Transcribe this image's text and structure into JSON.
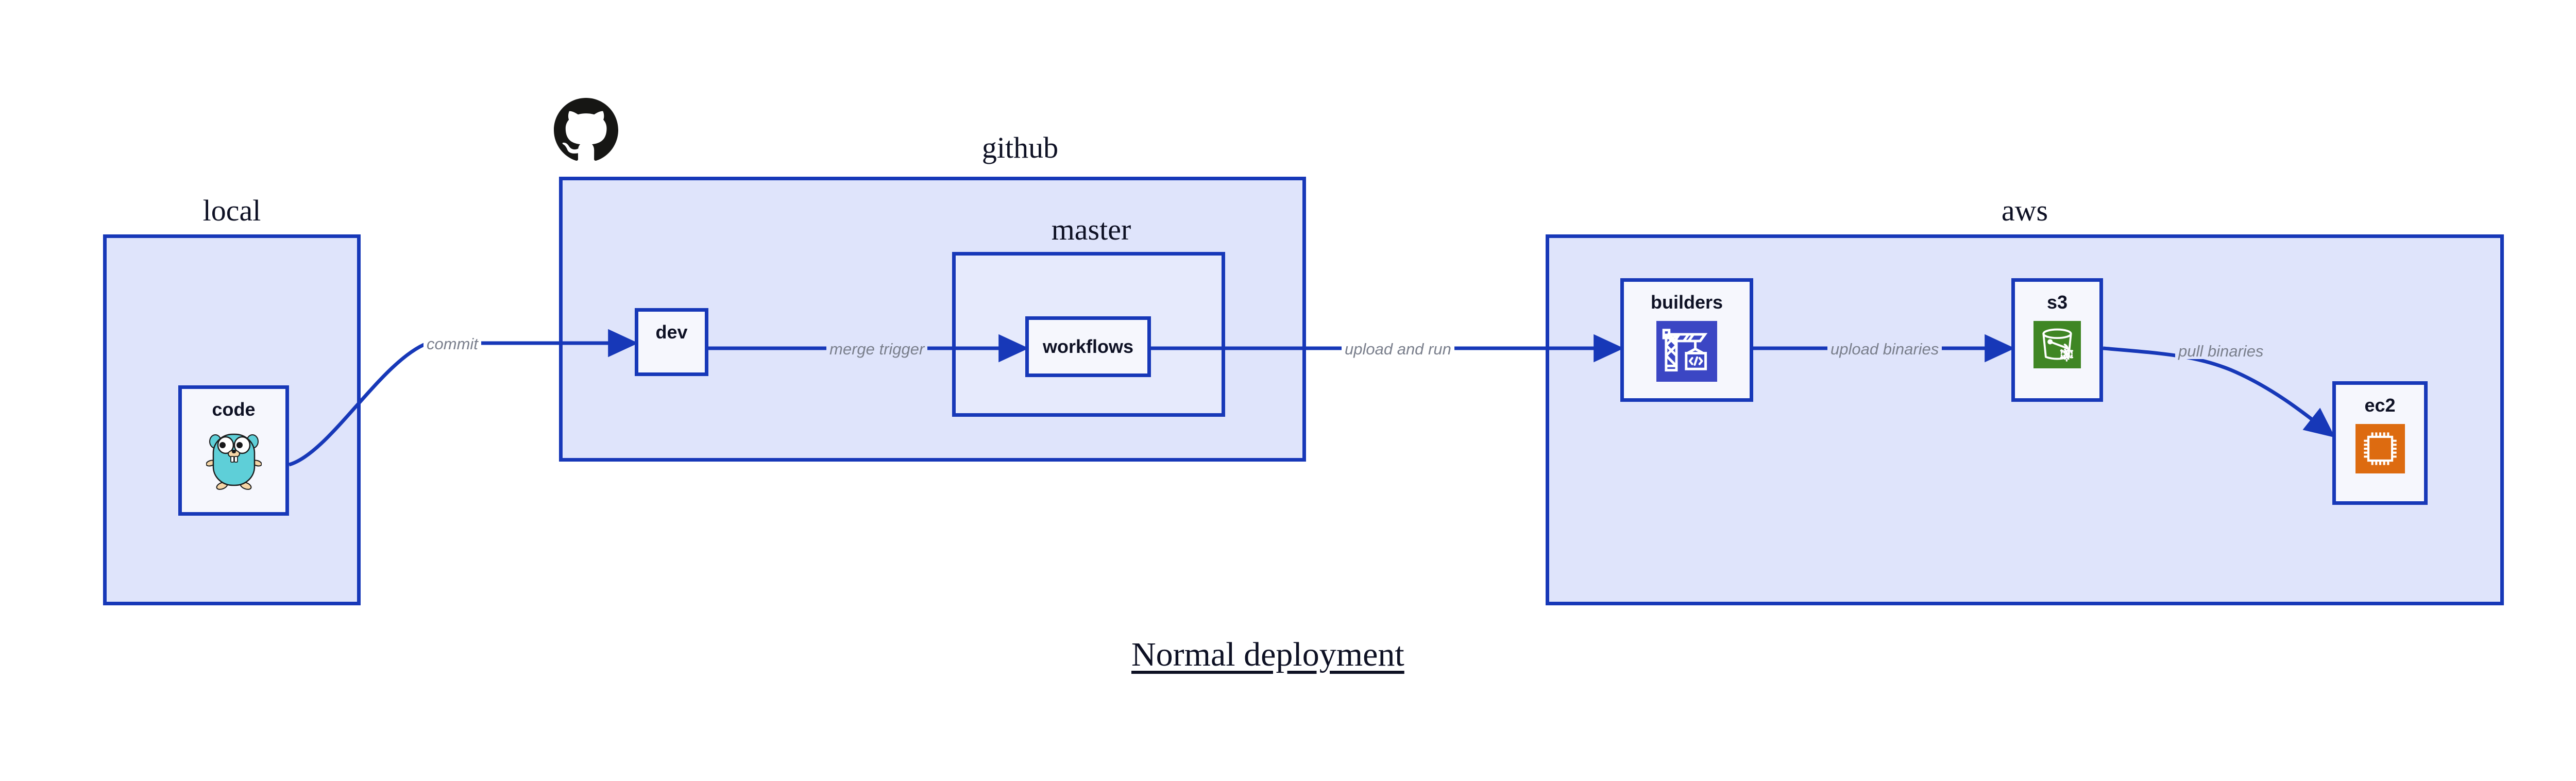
{
  "diagram": {
    "title": "Normal deployment",
    "palette": {
      "group_fill": "#dfe4fb",
      "subgroup_fill": "#e6eafc",
      "node_fill": "#f6f7fd",
      "stroke": "#1738b8",
      "text": "#0e1124",
      "edge_label": "#7a7f8c",
      "codebuild_bg": "#3b46c4",
      "s3_bg": "#3f8624",
      "ec2_bg": "#dd6b10",
      "gopher_body": "#5ecfd8",
      "gopher_limb": "#f5d5a6",
      "octocat": "#161614"
    },
    "groups": [
      {
        "id": "local",
        "label": "local"
      },
      {
        "id": "github",
        "label": "github"
      },
      {
        "id": "master",
        "label": "master"
      },
      {
        "id": "aws",
        "label": "aws"
      }
    ],
    "nodes": [
      {
        "id": "code",
        "label": "code",
        "icon": "go-gopher-icon"
      },
      {
        "id": "dev",
        "label": "dev",
        "icon": null
      },
      {
        "id": "workflows",
        "label": "workflows",
        "icon": null
      },
      {
        "id": "builders",
        "label": "builders",
        "icon": "aws-codebuild-icon"
      },
      {
        "id": "s3",
        "label": "s3",
        "icon": "aws-s3-glacier-icon"
      },
      {
        "id": "ec2",
        "label": "ec2",
        "icon": "aws-ec2-icon"
      }
    ],
    "edges": [
      {
        "id": "commit",
        "label": "commit",
        "from": "code",
        "to": "dev"
      },
      {
        "id": "merge-trigger",
        "label": "merge trigger",
        "from": "dev",
        "to": "workflows"
      },
      {
        "id": "upload-and-run",
        "label": "upload and run",
        "from": "workflows",
        "to": "builders"
      },
      {
        "id": "upload-binaries",
        "label": "upload binaries",
        "from": "builders",
        "to": "s3"
      },
      {
        "id": "pull-binaries",
        "label": "pull binaries",
        "from": "s3",
        "to": "ec2"
      }
    ],
    "logos": [
      {
        "id": "github-octocat",
        "name": "github-logo"
      }
    ]
  }
}
